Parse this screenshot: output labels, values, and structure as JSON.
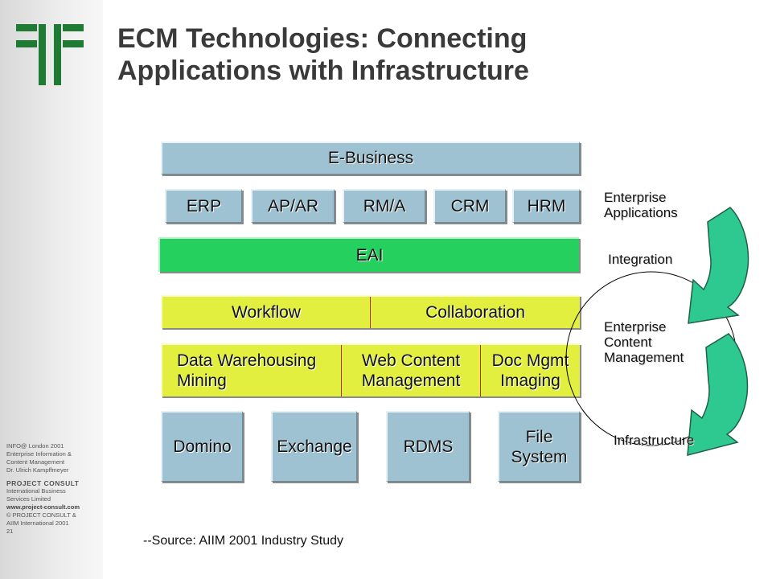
{
  "title": {
    "line1": "ECM Technologies:  Connecting",
    "line2": "Applications  with Infrastructure"
  },
  "diagram": {
    "ebusiness": "E-Business",
    "applications": [
      "ERP",
      "AP/AR",
      "RM/A",
      "CRM",
      "HRM"
    ],
    "eai": "EAI",
    "workflow": "Workflow",
    "collaboration": "Collaboration",
    "data_warehousing": [
      "Data Warehousing",
      "Mining"
    ],
    "web_content": [
      "Web Content",
      "Management"
    ],
    "doc_mgmt": [
      "Doc Mgmt",
      "Imaging"
    ],
    "infrastructure_items": [
      "Domino",
      "Exchange",
      "RDMS",
      "File",
      "System"
    ]
  },
  "side_labels": {
    "enterprise_applications": [
      "Enterprise",
      "Applications"
    ],
    "integration": "Integration",
    "ecm": [
      "Enterprise",
      "Content",
      "Management"
    ],
    "infrastructure": "Infrastructure"
  },
  "source": "--Source:  AIIM 2001 Industry Study",
  "sidebar": {
    "line1": "INFO@ London  2001",
    "line2": "Enterprise Information &",
    "line3": "Content Management",
    "line4": "Dr. Ulrich Kampffmeyer",
    "company": "PROJECT  CONSULT",
    "line5": "International Business",
    "line6": "Services Limited",
    "website": "www.project-consult.com",
    "line7": "© PROJECT CONSULT &",
    "line8": "AIIM International  2001",
    "page": "21"
  },
  "colors": {
    "blue_box": "#9fc2d2",
    "green_box": "#26d05f",
    "yellow_box": "#e2ef3e",
    "arrow": "#2ec990",
    "logo": "#1f7a34"
  }
}
